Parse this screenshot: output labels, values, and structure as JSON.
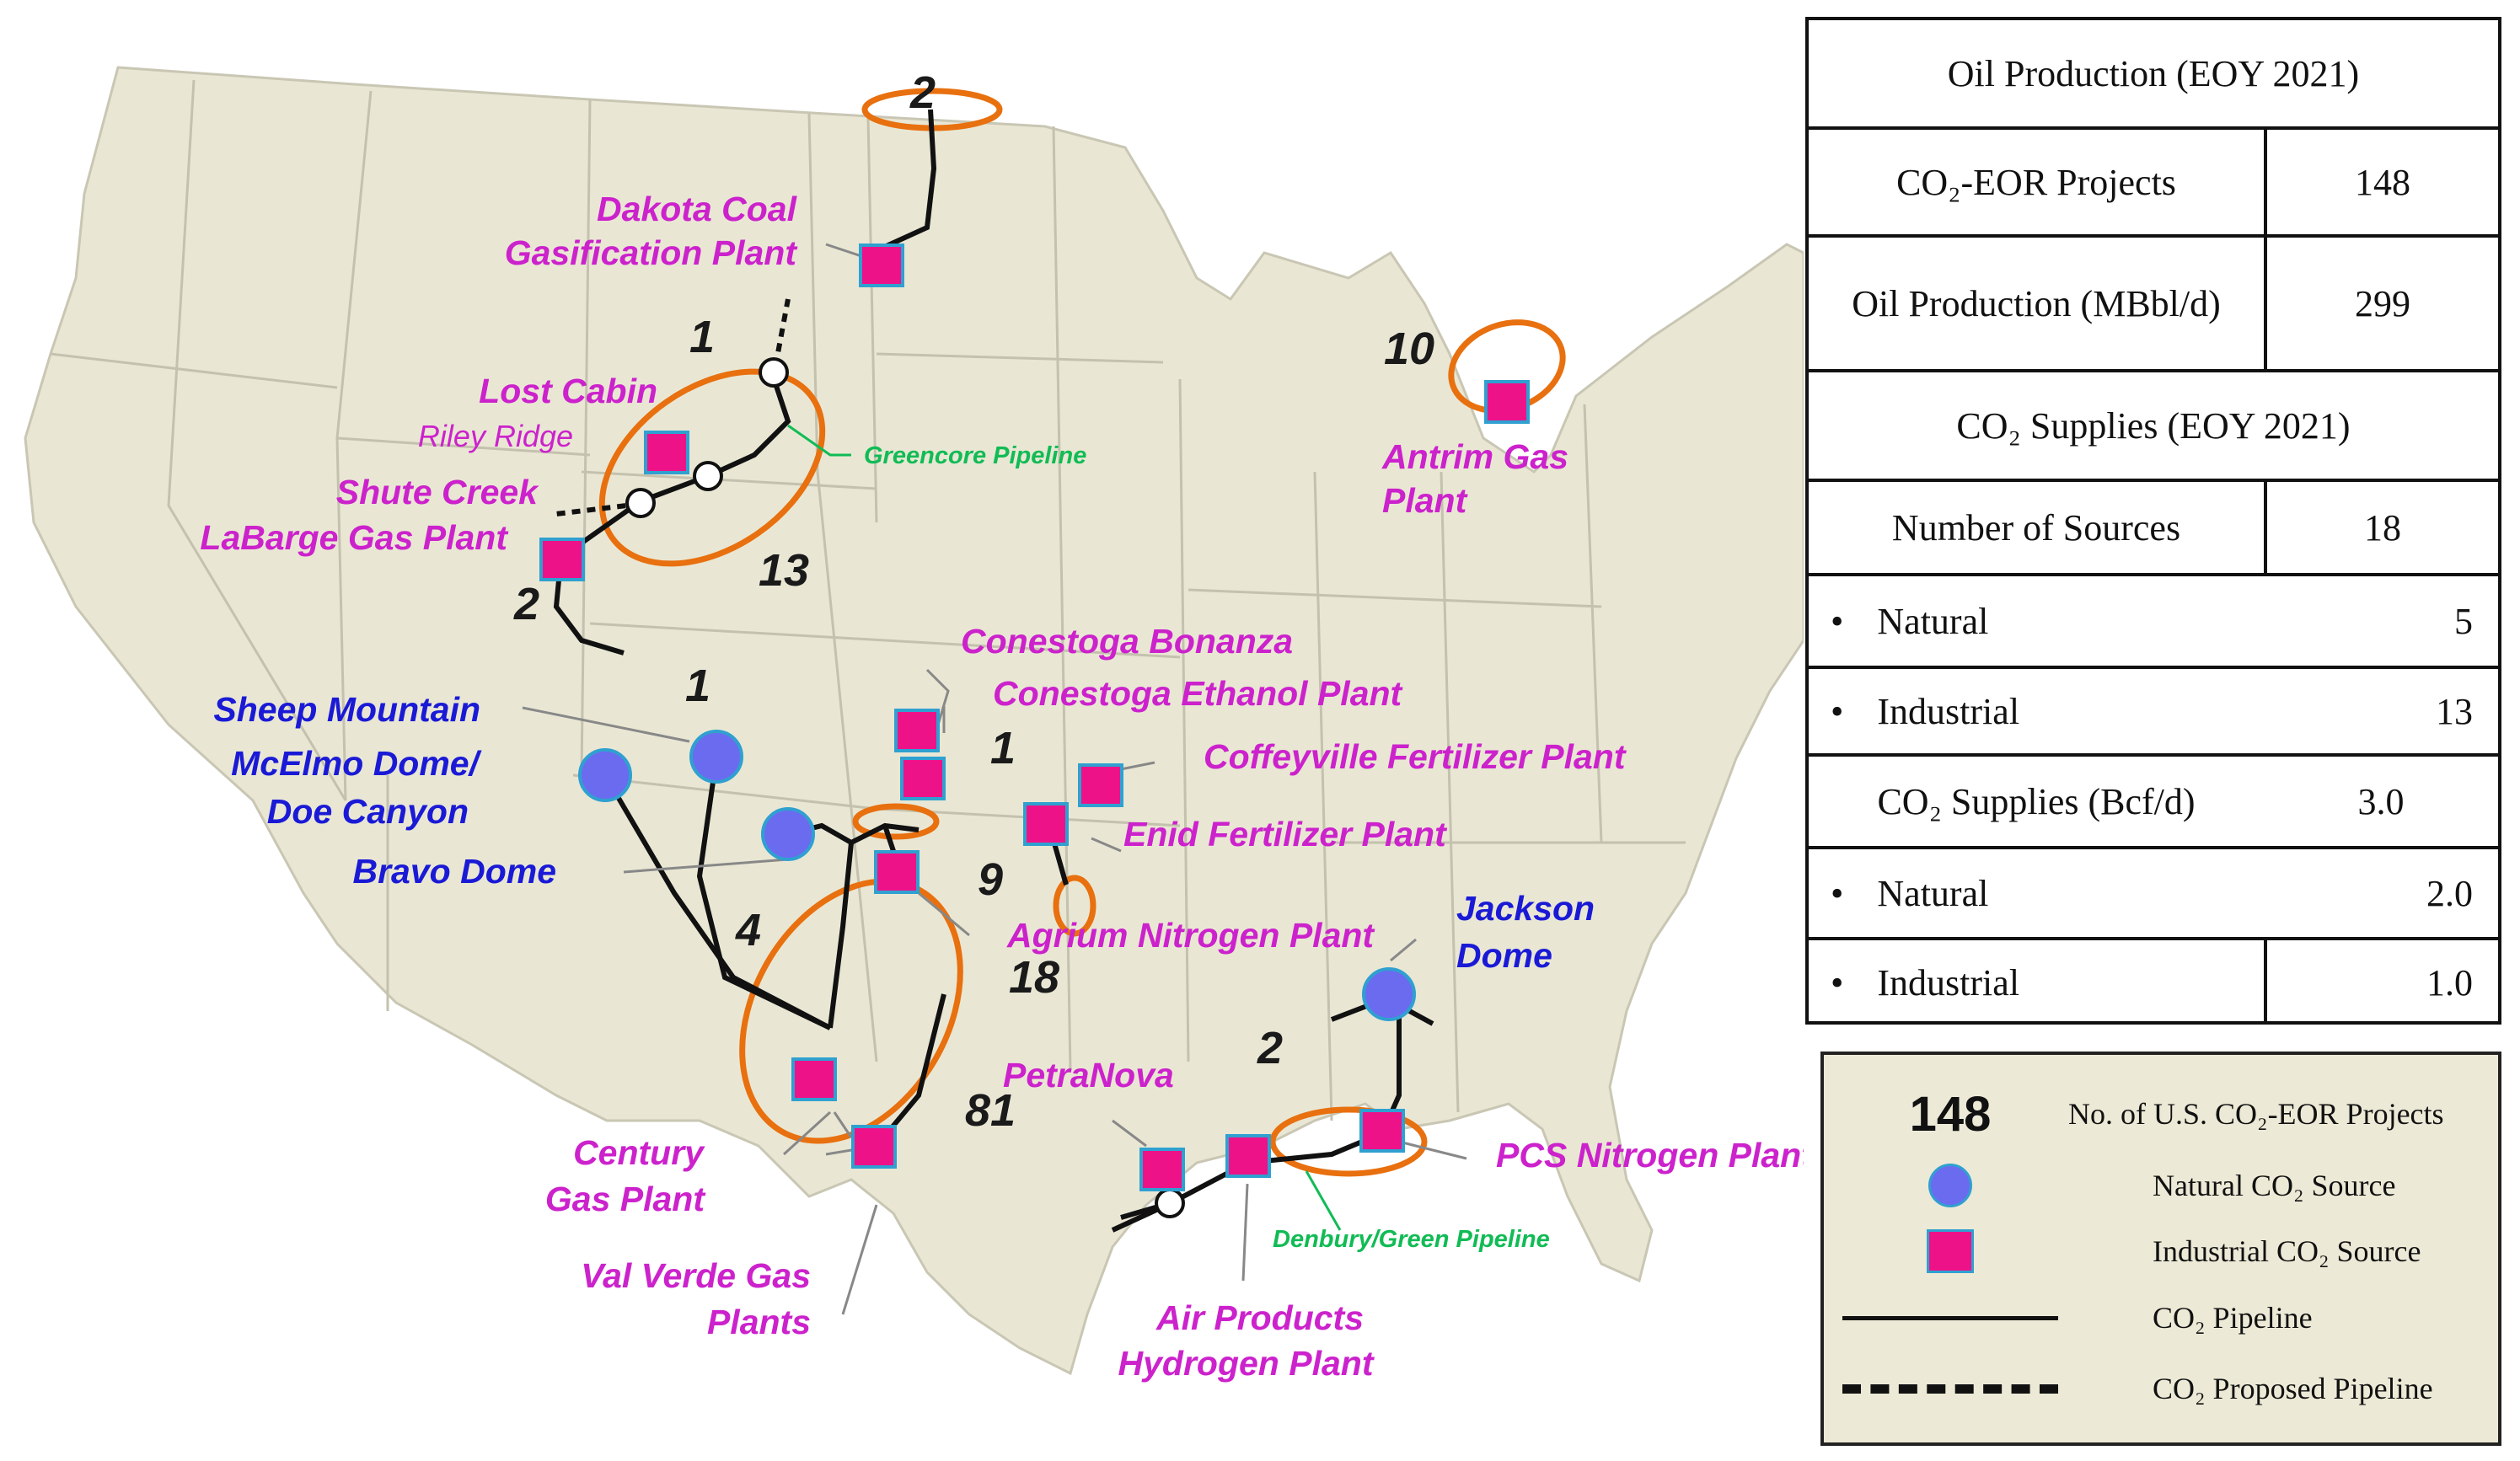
{
  "map": {
    "sources": [
      {
        "id": "dakota",
        "kind": "industrial",
        "label_lines": [
          "Dakota Coal",
          "Gasification Plant"
        ]
      },
      {
        "id": "lostcabin",
        "kind": "industrial",
        "label_lines": [
          "Lost Cabin"
        ]
      },
      {
        "id": "riley",
        "kind": "industrial",
        "label_lines": [
          "Riley Ridge"
        ]
      },
      {
        "id": "shute",
        "kind": "industrial",
        "label_lines": [
          "Shute Creek",
          "LaBarge Gas Plant"
        ]
      },
      {
        "id": "antrim",
        "kind": "industrial",
        "label_lines": [
          "Antrim Gas",
          "Plant"
        ]
      },
      {
        "id": "sheep",
        "kind": "natural",
        "label_lines": [
          "Sheep Mountain"
        ]
      },
      {
        "id": "mcelmo",
        "kind": "natural",
        "label_lines": [
          "McElmo Dome/",
          "Doe Canyon"
        ]
      },
      {
        "id": "bravo",
        "kind": "natural",
        "label_lines": [
          "Bravo Dome"
        ]
      },
      {
        "id": "bonanza",
        "kind": "industrial",
        "label_lines": [
          "Conestoga Bonanza"
        ]
      },
      {
        "id": "ethanol",
        "kind": "industrial",
        "label_lines": [
          "Conestoga Ethanol Plant"
        ]
      },
      {
        "id": "coffeyville",
        "kind": "industrial",
        "label_lines": [
          "Coffeyville Fertilizer Plant"
        ]
      },
      {
        "id": "enid",
        "kind": "industrial",
        "label_lines": [
          "Enid Fertilizer Plant"
        ]
      },
      {
        "id": "agrium",
        "kind": "industrial",
        "label_lines": [
          "Agrium Nitrogen Plant"
        ]
      },
      {
        "id": "jackson",
        "kind": "natural",
        "label_lines": [
          "Jackson",
          "Dome"
        ]
      },
      {
        "id": "petranova",
        "kind": "industrial",
        "label_lines": [
          "PetraNova"
        ]
      },
      {
        "id": "pcs",
        "kind": "industrial",
        "label_lines": [
          "PCS Nitrogen Plant"
        ]
      },
      {
        "id": "century",
        "kind": "industrial",
        "label_lines": [
          "Century",
          "Gas Plant"
        ]
      },
      {
        "id": "valverde",
        "kind": "industrial",
        "label_lines": [
          "Val Verde Gas",
          "Plants"
        ]
      },
      {
        "id": "airproducts",
        "kind": "industrial",
        "label_lines": [
          "Air Products",
          "Hydrogen Plant"
        ]
      }
    ],
    "pipelines": [
      "Greencore Pipeline",
      "Denbury/Green Pipeline"
    ],
    "project_counts": [
      "2",
      "1",
      "13",
      "2",
      "10",
      "1",
      "1",
      "4",
      "9",
      "18",
      "2",
      "81"
    ]
  },
  "stats": {
    "oil_header": "Oil Production (EOY 2021)",
    "projects_label": "CO₂-EOR Projects",
    "projects_value": "148",
    "oil_label": "Oil Production (MBbl/d)",
    "oil_value": "299",
    "supplies_header": "CO₂ Supplies (EOY 2021)",
    "sources_label": "Number of Sources",
    "sources_value": "18",
    "sources_natural_label": "Natural",
    "sources_natural_value": "5",
    "sources_industrial_label": "Industrial",
    "sources_industrial_value": "13",
    "supplies_label": "CO₂ Supplies (Bcf/d)",
    "supplies_value": "3.0",
    "supplies_natural_label": "Natural",
    "supplies_natural_value": "2.0",
    "supplies_industrial_label": "Industrial",
    "supplies_industrial_value": "1.0"
  },
  "legend": {
    "number": "148",
    "number_label": "No. of U.S. CO₂-EOR Projects",
    "natural_label": "Natural CO₂ Source",
    "industrial_label": "Industrial CO₂ Source",
    "pipeline_label": "CO₂ Pipeline",
    "proposed_label": "CO₂ Proposed Pipeline"
  },
  "colors": {
    "natural": "#6b6bf0",
    "industrial": "#ee1289",
    "project_ellipse": "#e8700f",
    "land": "#e9e7d4",
    "natural_label": "#1a1ad6",
    "industrial_label": "#cc22cc",
    "pipeline_label": "#11bb55"
  }
}
